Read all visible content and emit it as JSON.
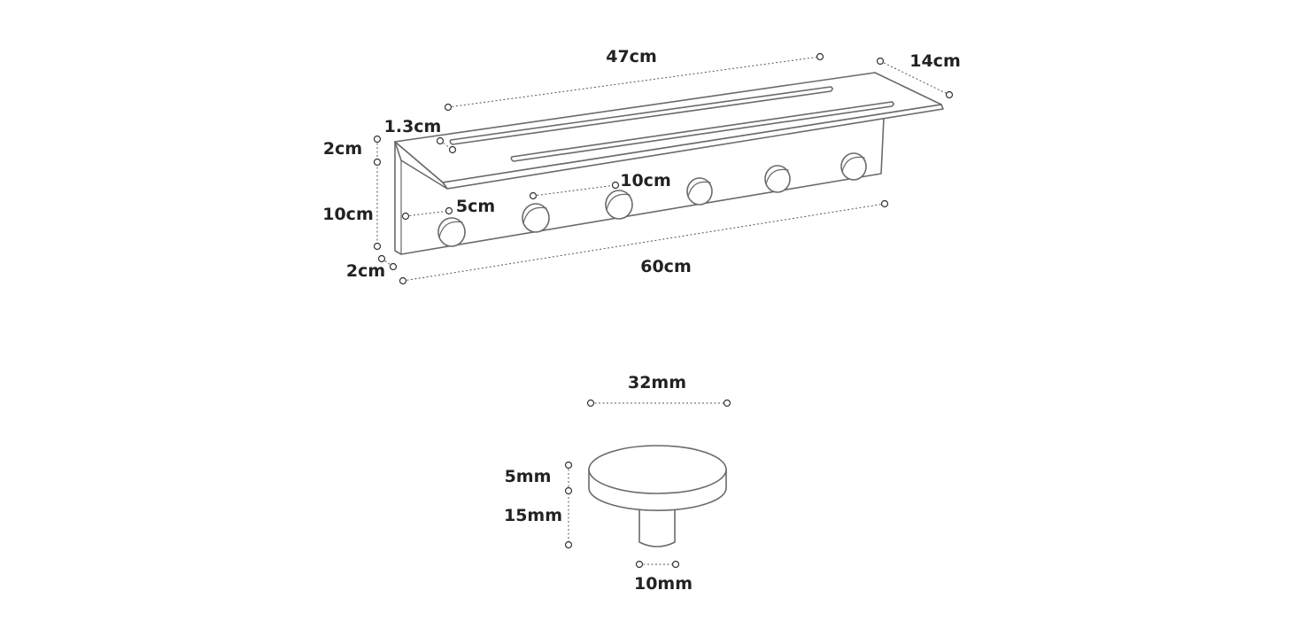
{
  "rack": {
    "length_top": "47cm",
    "depth": "14cm",
    "slot_width": "1.3cm",
    "shelf_height": "2cm",
    "back_height": "10cm",
    "edge_offset": "5cm",
    "hook_spacing": "10cm",
    "bottom_thickness": "2cm",
    "length_total": "60cm",
    "hook_count": 6
  },
  "knob": {
    "diameter": "32mm",
    "cap_thickness": "5mm",
    "stem_length": "15mm",
    "stem_diameter": "10mm"
  },
  "colors": {
    "outline": "#6a6a6a",
    "dimension": "#333333",
    "label": "#222222"
  }
}
